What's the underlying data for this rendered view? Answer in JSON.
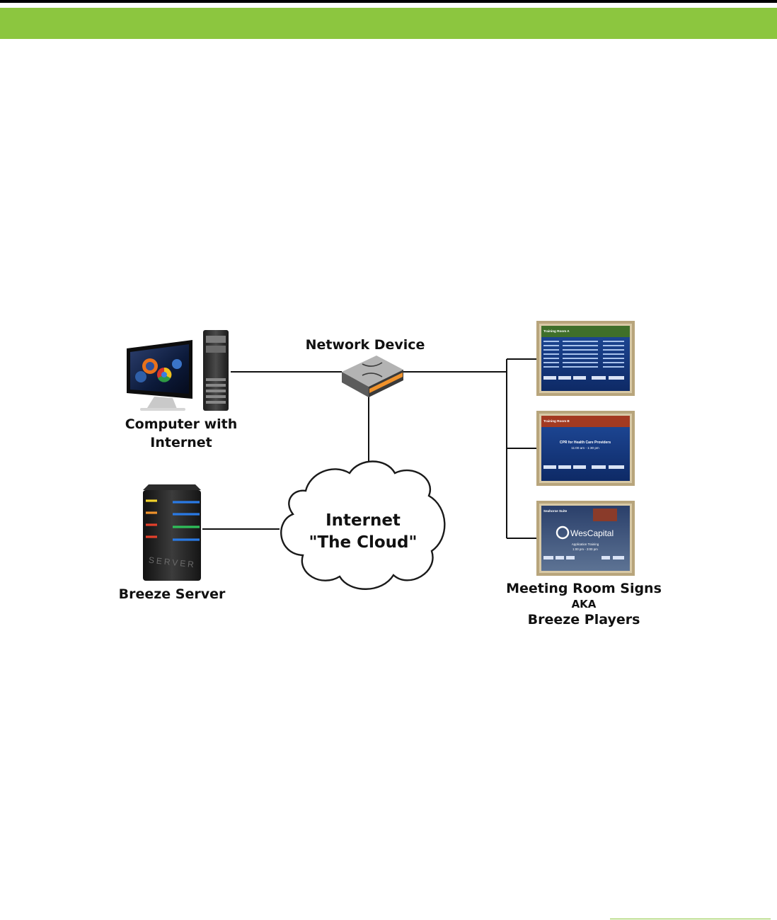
{
  "diagram": {
    "network_device": "Network Device",
    "computer_line1": "Computer with",
    "computer_line2": "Internet",
    "breeze_server": "Breeze Server",
    "cloud_line1": "Internet",
    "cloud_line2": "\"The Cloud\"",
    "signs_line1": "Meeting Room Signs",
    "signs_line2": "AKA",
    "signs_line3": "Breeze Players",
    "server_case_text": "SERVER",
    "sign_a_title": "Training Room A",
    "sign_b_title": "Training Room B",
    "sign_b_event": "CPR for Health Care Providers",
    "sign_b_time": "11:00 am - 1:30 pm",
    "sign_c_title": "Seahorse Suite",
    "sign_c_logo": "WesCapital",
    "sign_c_event": "Application Training",
    "sign_c_time": "1:00 pm - 3:00 pm"
  },
  "colors": {
    "header_band": "#8cc63f",
    "cloud_outline": "#1a1a1a",
    "switch_accent": "#f0922b",
    "screen_blue": "#1a3f8c",
    "screen_header": "#a33a22",
    "frame": "#b8a57c"
  }
}
